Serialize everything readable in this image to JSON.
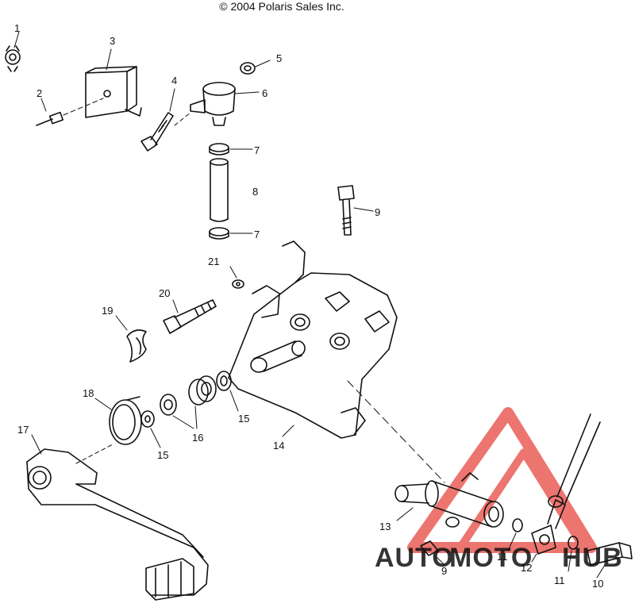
{
  "header": {
    "copyright": "© 2004 Polaris Sales Inc."
  },
  "callouts": {
    "c1": "1",
    "c2": "2",
    "c3": "3",
    "c4": "4",
    "c5": "5",
    "c6": "6",
    "c7a": "7",
    "c7b": "7",
    "c8": "8",
    "c9a": "9",
    "c9b": "9",
    "c10": "10",
    "c11a": "11",
    "c11b": "11",
    "c12": "12",
    "c13": "13",
    "c14": "14",
    "c15a": "15",
    "c15b": "15",
    "c16": "16",
    "c17": "17",
    "c18": "18",
    "c19": "19",
    "c20": "20",
    "c21": "21"
  },
  "watermark": {
    "part1": "AUTO",
    "part2": "MOTO",
    "part3": "HUB",
    "color_orange": "#f5a623",
    "color_red": "#e8473f",
    "color_gray": "#9a9a9a"
  }
}
